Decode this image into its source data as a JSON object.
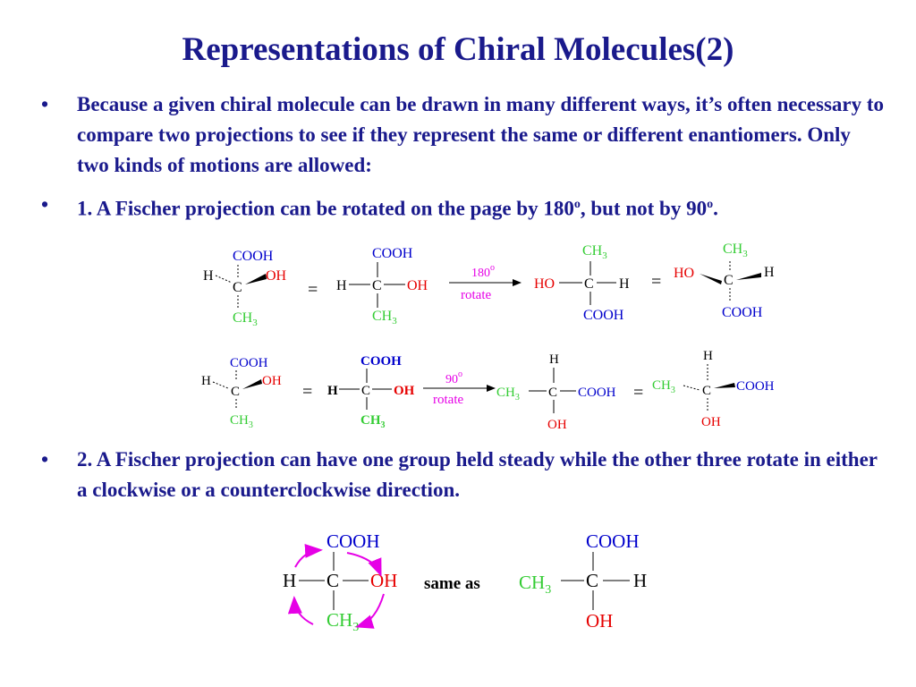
{
  "slide": {
    "title": "Representations of Chiral Molecules(2)",
    "bullet_char": "•",
    "bullets": {
      "b1": "Because  a given chiral molecule can be drawn in many different ways, it’s often necessary to compare two projections to see if they represent the same or different enantiomers. Only two kinds of motions are allowed:",
      "b2_pre": "1. A Fischer projection can be rotated on the page by 180",
      "b2_mid": ", but not by 90",
      "b2_end": ".",
      "deg": "o",
      "b3": "2. A Fischer projection can have one group held steady while the other three rotate in either a clockwise or a counterclockwise direction."
    }
  },
  "groups": {
    "cooh": "COOH",
    "oh": "OH",
    "ho": "HO",
    "h": "H",
    "c": "C",
    "ch": "CH",
    "sub3": "3"
  },
  "labels": {
    "equals": "=",
    "deg180": "180",
    "deg90": "90",
    "deg_sup": "o",
    "rotate": "rotate",
    "same_as": "same as"
  },
  "colors": {
    "text": "#1a1a8c",
    "black": "#000000",
    "blue": "#0000cc",
    "red": "#e60000",
    "green": "#33cc33",
    "magenta": "#e600e6"
  }
}
